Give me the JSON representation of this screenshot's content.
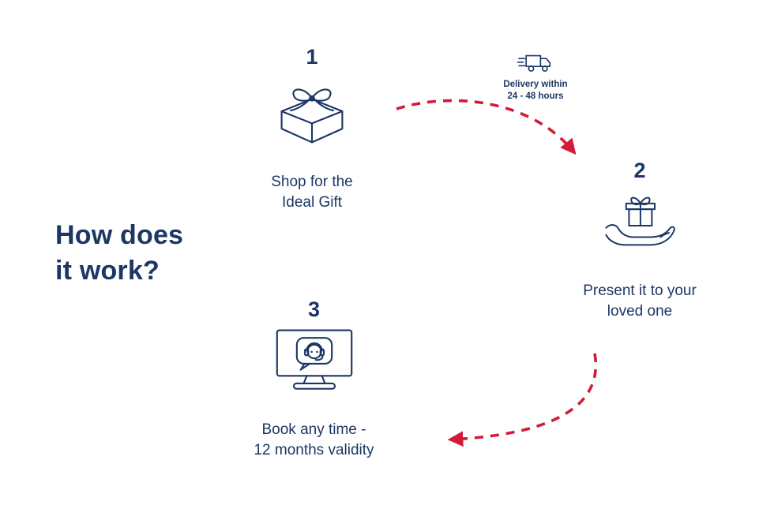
{
  "colors": {
    "navy": "#1c3765",
    "red": "#d31a38",
    "bg": "#ffffff"
  },
  "heading": "How does\nit work?",
  "steps": [
    {
      "number": "1",
      "label": "Shop for the\nIdeal Gift",
      "icon": "gift-box-icon"
    },
    {
      "number": "2",
      "label": "Present it to your\nloved one",
      "icon": "gift-on-hand-icon"
    },
    {
      "number": "3",
      "label": "Book any time -\n12 months validity",
      "icon": "online-support-monitor-icon"
    }
  ],
  "delivery_note": {
    "icon": "delivery-truck-icon",
    "text": "Delivery within\n24 - 48 hours"
  }
}
